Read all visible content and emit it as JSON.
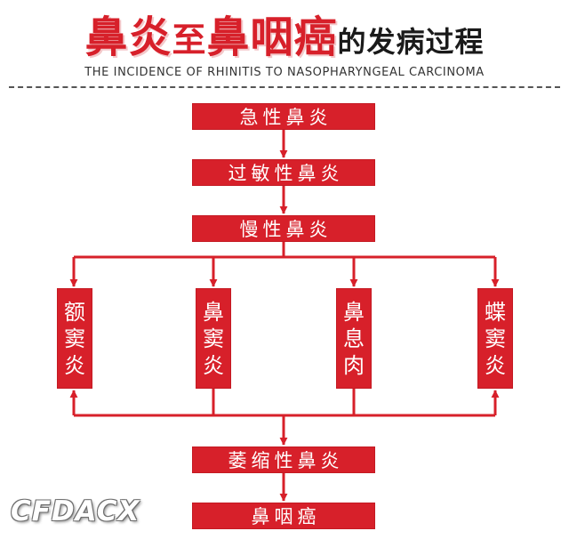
{
  "title": {
    "part1": "鼻炎",
    "part2": "至",
    "part3": "鼻咽癌",
    "part4": "的发病过程"
  },
  "subtitle": "THE INCIDENCE OF RHINITIS TO NASOPHARYNGEAL CARCINOMA",
  "nodes": {
    "acute": "急性鼻炎",
    "allergic": "过敏性鼻炎",
    "chronic": "慢性鼻炎",
    "frontal": [
      "额",
      "窦",
      "炎"
    ],
    "sinusitis": [
      "鼻",
      "窦",
      "炎"
    ],
    "polyp": [
      "鼻",
      "息",
      "肉"
    ],
    "sphenoid": [
      "蝶",
      "窦",
      "炎"
    ],
    "atrophic": "萎缩性鼻炎",
    "cancer": "鼻咽癌"
  },
  "watermark": "CFDACX",
  "colors": {
    "accent": "#d7202a",
    "text": "#1a1a1a",
    "background": "#ffffff"
  }
}
